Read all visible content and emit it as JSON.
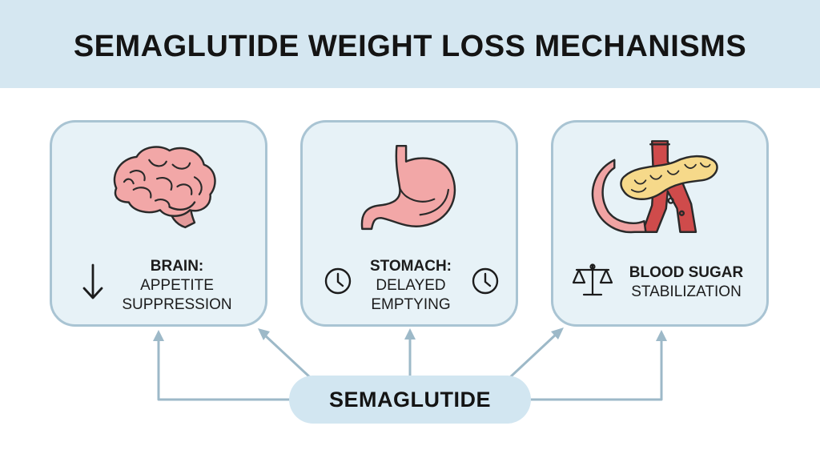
{
  "title": "SEMAGLUTIDE WEIGHT LOSS MECHANISMS",
  "center_label": "SEMAGLUTIDE",
  "colors": {
    "header_bg": "#d5e7f1",
    "card_bg": "#e7f2f7",
    "card_border": "#a9c4d3",
    "arrow": "#9db9c8",
    "organ_pink": "#f0a3a3",
    "pancreas_yellow": "#f6d98a",
    "vessel_red": "#cf4b4b"
  },
  "mechanisms": [
    {
      "heading": "BRAIN:",
      "line1": "APPETITE",
      "line2": "SUPPRESSION",
      "illustration": "brain",
      "indicator_icon": "down-arrow-icon"
    },
    {
      "heading": "STOMACH:",
      "line1": "DELAYED",
      "line2": "EMPTYING",
      "illustration": "stomach",
      "indicator_icon": "clock-icon"
    },
    {
      "heading": "BLOOD SUGAR",
      "line1": "STABILIZATION",
      "illustration": "pancreas-and-blood-vessel",
      "indicator_icon": "balance-scale-icon"
    }
  ]
}
